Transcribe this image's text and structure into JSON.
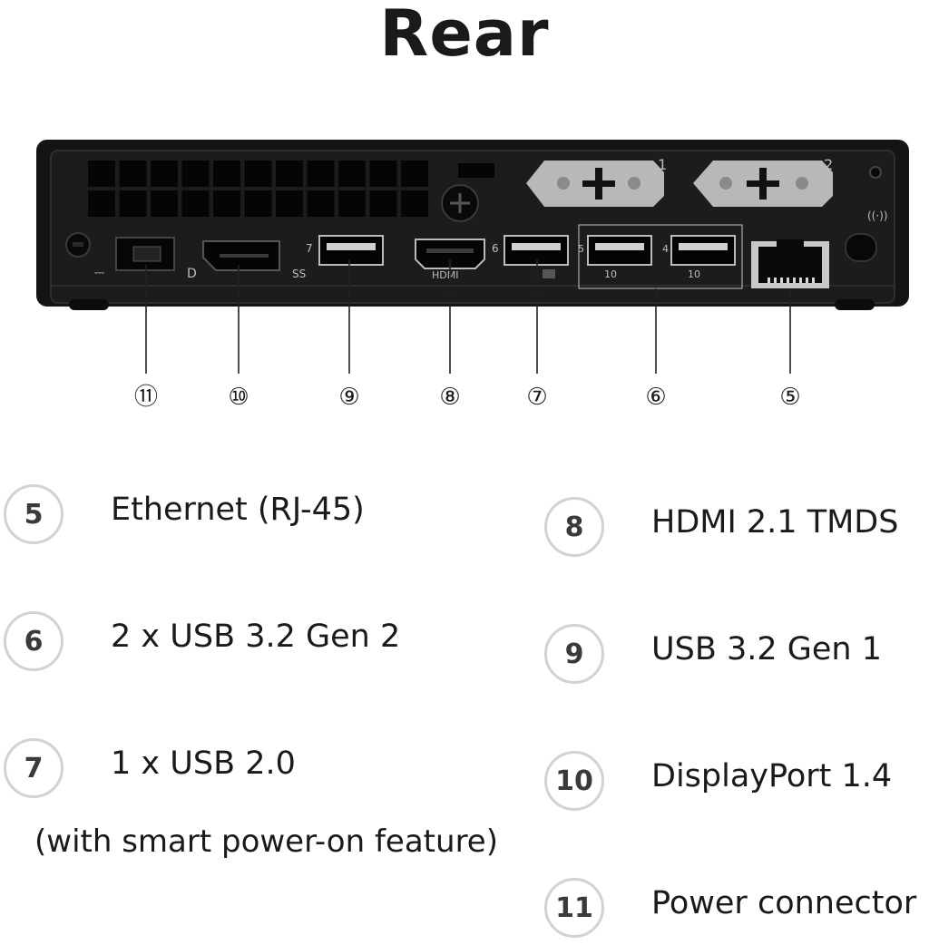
{
  "title": "Rear",
  "device": {
    "port_marks": {
      "usb_7": "7",
      "usb_6": "6",
      "usb_5": "5",
      "usb_4": "4",
      "slot_1": "1",
      "slot_2": "2",
      "ss_label": "SS",
      "hdmi_label": "HDMI",
      "gen2_a": "10",
      "gen2_b": "10"
    }
  },
  "callouts": [
    "⑪",
    "⑩",
    "⑨",
    "⑧",
    "⑦",
    "⑥",
    "⑤"
  ],
  "legend": {
    "left": [
      {
        "num": "5",
        "label": "Ethernet (RJ-45)"
      },
      {
        "num": "6",
        "label": "2 x USB 3.2 Gen 2"
      },
      {
        "num": "7",
        "label": "1 x USB 2.0"
      }
    ],
    "right": [
      {
        "num": "8",
        "label": "HDMI 2.1 TMDS"
      },
      {
        "num": "9",
        "label": "USB 3.2 Gen 1"
      },
      {
        "num": "10",
        "label": "DisplayPort 1.4"
      },
      {
        "num": "11",
        "label": "Power connector"
      }
    ],
    "note": "(with smart power-on feature)"
  }
}
